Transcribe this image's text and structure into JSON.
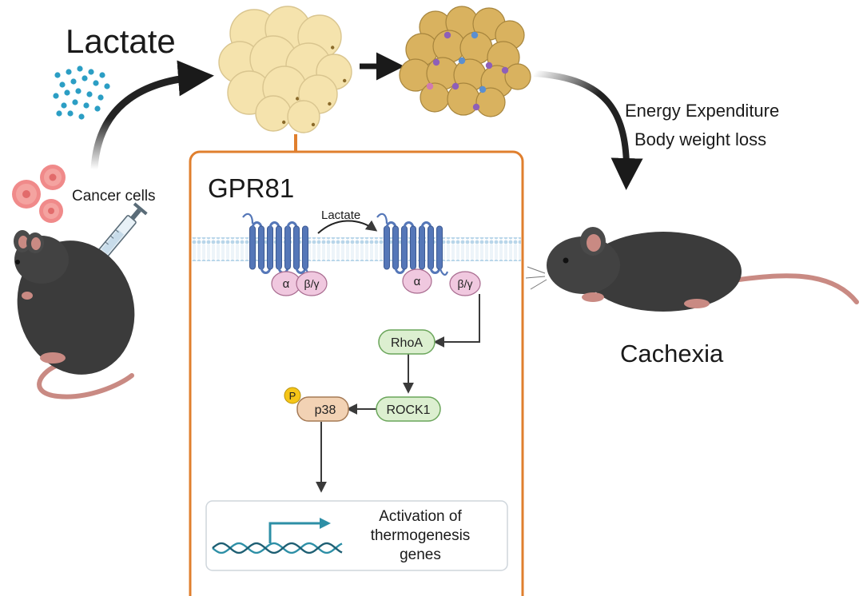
{
  "labels": {
    "lactate_title": "Lactate",
    "cancer_cells": "Cancer cells",
    "gpr81": "GPR81",
    "lactate_small": "Lactate",
    "energy": "Energy Expenditure",
    "weight": "Body weight loss",
    "cachexia": "Cachexia",
    "gene_line1": "Activation of",
    "gene_line2": "thermogenesis",
    "gene_line3": "genes"
  },
  "nodes": {
    "alpha1": "α",
    "betagamma1": "β/γ",
    "alpha2": "α",
    "betagamma2": "β/γ",
    "rhoa": "RhoA",
    "rock1": "ROCK1",
    "p38": "p38",
    "phospho": "P"
  },
  "colors": {
    "box_border": "#e07f2e",
    "receptor": "#5577b8",
    "g_protein": "#f0c8df",
    "rho_fill": "#dcefd0",
    "rho_stroke": "#6aa55a",
    "p38_fill": "#f2d2b4",
    "phospho": "#f5c518",
    "dna": "#2d8fa6",
    "mouse": "#3b3b3b",
    "fat_white": "#f5e3ad",
    "fat_brown": "#d9b25f",
    "cancer": "#f08a8a",
    "lactate_dots": "#2b9ec4"
  }
}
